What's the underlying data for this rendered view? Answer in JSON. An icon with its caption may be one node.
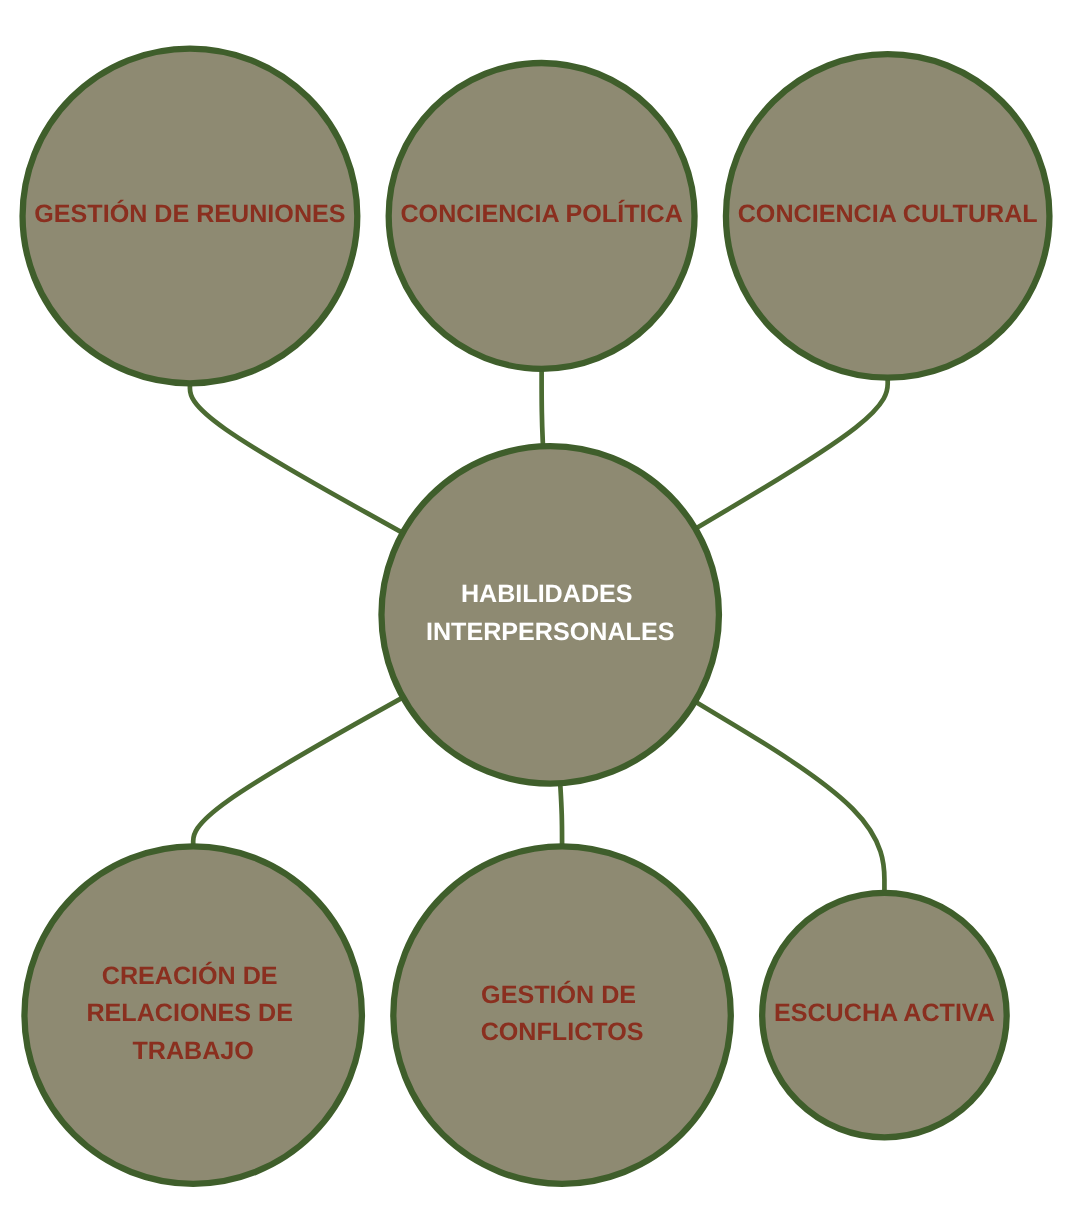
{
  "diagram": {
    "nodes": [
      {
        "text": [
          "GESTIÓN DE REUNIONES"
        ]
      },
      {
        "text": [
          "CONCIENCIA POLÍTICA"
        ]
      },
      {
        "text": [
          "CONCIENCIA CULTURAL"
        ]
      },
      {
        "text": [
          "HABILIDADES INTERPERSONALES"
        ]
      },
      {
        "text": [
          "CREACIÓN DE RELACIONES DE TRABAJO"
        ]
      },
      {
        "text": [
          "GESTIÓN DE CONFLICTOS"
        ]
      },
      {
        "text": [
          "ESCUCHA ACTIVA"
        ]
      }
    ],
    "edges": [
      {
        "from": 0,
        "to": 3,
        "arrow": "none"
      },
      {
        "from": 1,
        "to": 3,
        "arrow": "none"
      },
      {
        "from": 2,
        "to": 3,
        "arrow": "none"
      },
      {
        "from": 3,
        "to": 4,
        "arrow": "none"
      },
      {
        "from": 3,
        "to": 5,
        "arrow": "none"
      },
      {
        "from": 3,
        "to": 6,
        "arrow": "none"
      }
    ]
  }
}
